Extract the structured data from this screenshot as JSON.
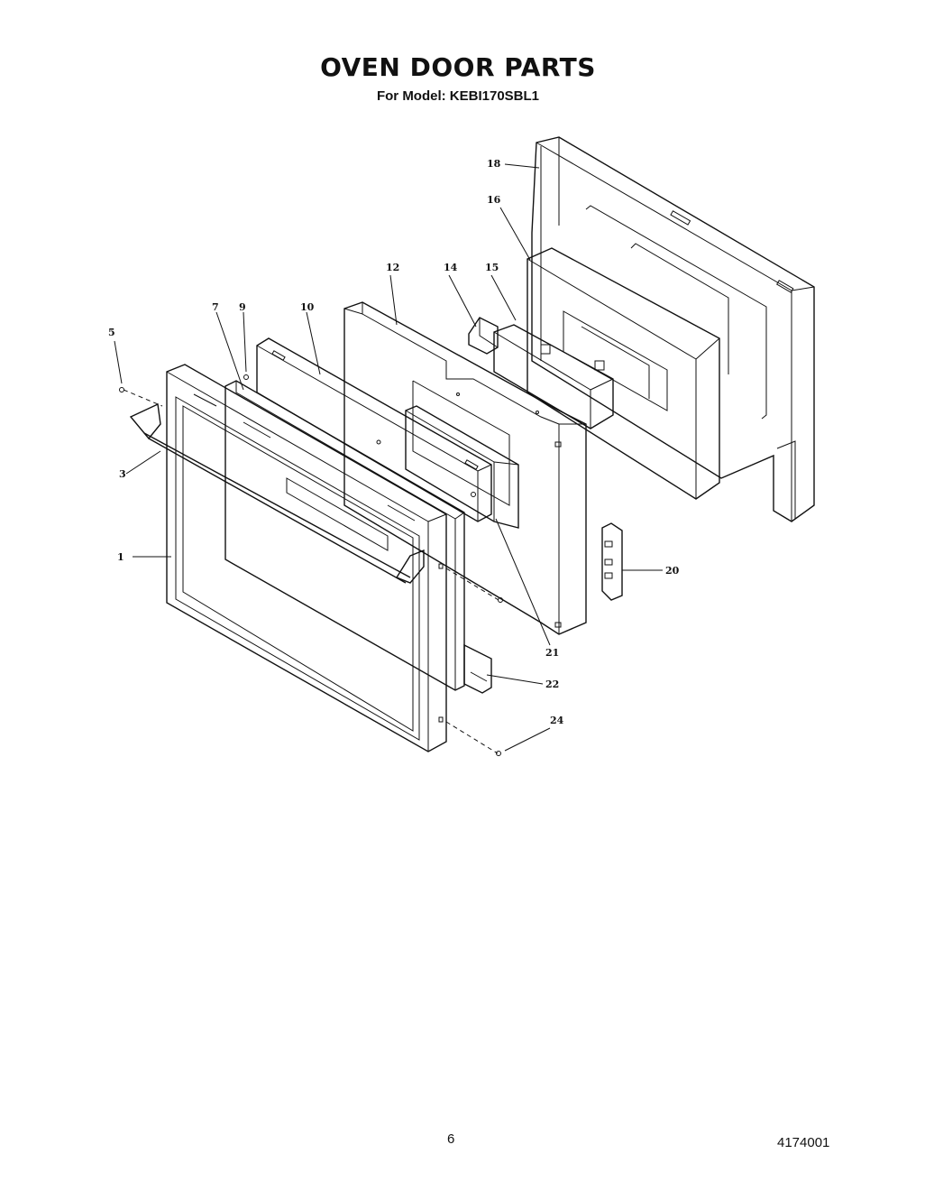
{
  "header": {
    "title": "OVEN DOOR PARTS",
    "subtitle": "For Model: KEBI170SBL1"
  },
  "footer": {
    "page_number": "6",
    "doc_number": "4174001"
  },
  "callouts": [
    {
      "id": "c1",
      "label": "1"
    },
    {
      "id": "c3",
      "label": "3"
    },
    {
      "id": "c5",
      "label": "5"
    },
    {
      "id": "c7",
      "label": "7"
    },
    {
      "id": "c9",
      "label": "9"
    },
    {
      "id": "c10",
      "label": "10"
    },
    {
      "id": "c12",
      "label": "12"
    },
    {
      "id": "c14",
      "label": "14"
    },
    {
      "id": "c15",
      "label": "15"
    },
    {
      "id": "c16",
      "label": "16"
    },
    {
      "id": "c18",
      "label": "18"
    },
    {
      "id": "c20",
      "label": "20"
    },
    {
      "id": "c21",
      "label": "21"
    },
    {
      "id": "c22",
      "label": "22"
    },
    {
      "id": "c24",
      "label": "24"
    }
  ]
}
